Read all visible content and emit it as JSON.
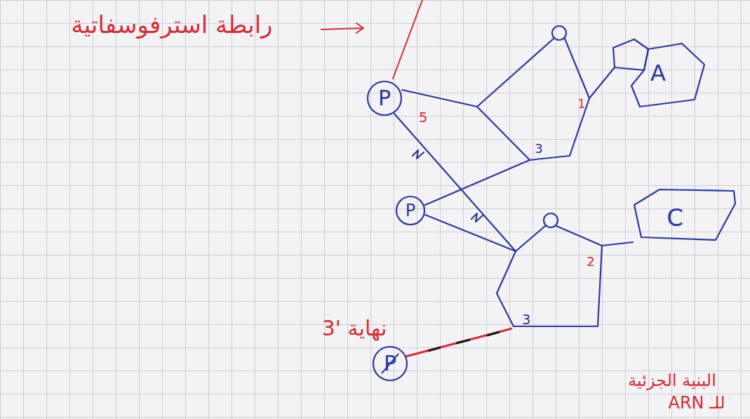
{
  "diagram": {
    "nodes": [
      {
        "text": [
          "P"
        ]
      },
      {
        "text": [
          "A"
        ]
      },
      {
        "text": [
          "P"
        ]
      },
      {
        "text": [
          "C"
        ]
      },
      {
        "text": [
          "P"
        ]
      }
    ],
    "labels": [
      "رابطة استرفوسفاتية",
      "5",
      "1",
      "3",
      "2",
      "3",
      "نهاية '3",
      "البنية الجزئية",
      "للـ ARN"
    ]
  }
}
